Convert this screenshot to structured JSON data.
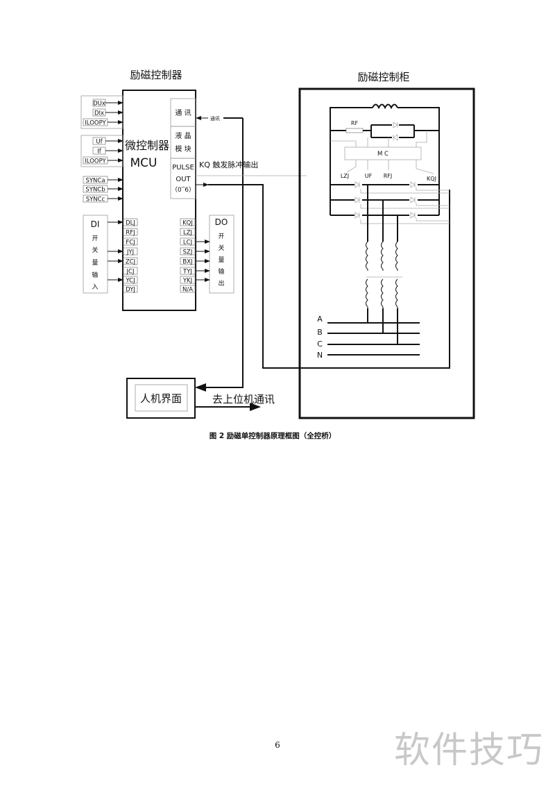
{
  "diagram": {
    "controller_title": "励磁控制器",
    "cabinet_title": "励磁控制柜",
    "mcu": {
      "name_cn": "微控制器",
      "name_en": "MCU"
    },
    "modules": {
      "comm": "通 讯",
      "lcd_line1": "液 晶",
      "lcd_line2": "模 块",
      "pulse_line1": "PULSE",
      "pulse_line2": "OUT",
      "pulse_line3": "（0‾6）"
    },
    "analog_inputs_1": [
      "DUx",
      "DIx",
      "ILOOPY"
    ],
    "analog_inputs_2": [
      "Uf",
      "If",
      "ILOOPY"
    ],
    "sync_inputs": [
      "SYNCa",
      "SYNCb",
      "SYNCc"
    ],
    "di": {
      "title": "DI",
      "chars": [
        "开",
        "关",
        "量",
        "输",
        "入"
      ],
      "signals": [
        "DLJ",
        "RFJ",
        "FCJ",
        "JYJ",
        "ZCJ",
        "JCJ",
        "YCJ",
        "DYJ"
      ]
    },
    "do": {
      "title": "DO",
      "chars": [
        "开",
        "关",
        "量",
        "输",
        "出"
      ],
      "signals": [
        "KQJ",
        "LZJ",
        "LCJ",
        "SZJ",
        "BXJ",
        "TYJ",
        "YKJ",
        "N/A"
      ]
    },
    "comm_label": "通讯",
    "pulse_label": "KQ  触发脉冲输出",
    "hmi": "人机界面",
    "upper_comm": "去上位机通讯",
    "circuit": {
      "rf": "RF",
      "mc": "M C",
      "lzj": "LZJ",
      "uf": "UF",
      "rfj": "RFJ",
      "kqj": "KQJ",
      "phases": [
        "A",
        "B",
        "C",
        "N"
      ]
    }
  },
  "caption": "图 2   励磁单控制器原理框图（全控桥）",
  "page_number": "6",
  "watermark": "软件技巧"
}
